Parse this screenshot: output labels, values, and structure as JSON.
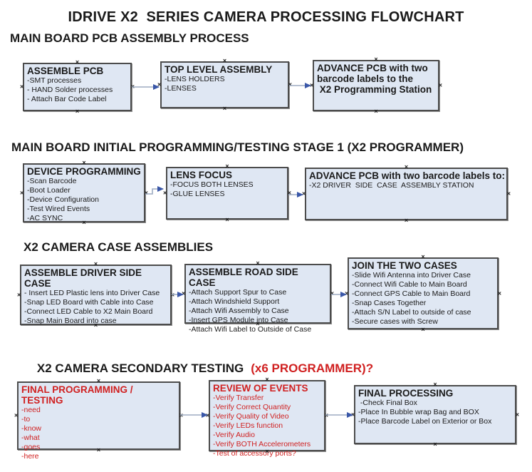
{
  "page_title": "IDRIVE X2  SERIES CAMERA PROCESSING FLOWCHART",
  "icons": {
    "connection_point": "×",
    "arrow_head": "►"
  },
  "colors": {
    "box_fill": "#dfe7f3",
    "box_border": "#4c4c4c",
    "red_text": "#d02020",
    "arrow_line": "#9dacc2",
    "arrow_head": "#3a57a8",
    "background": "#ffffff"
  },
  "sections": [
    {
      "heading": "MAIN BOARD PCB ASSEMBLY PROCESS",
      "boxes": [
        {
          "title": "ASSEMBLE PCB",
          "items": [
            "-SMT processes",
            "- HAND Solder processes",
            "- Attach Bar Code Label"
          ]
        },
        {
          "title": "TOP LEVEL ASSEMBLY",
          "items": [
            "-LENS HOLDERS",
            "-LENSES"
          ]
        },
        {
          "title": "ADVANCE PCB with two\nbarcode labels to the\n X2 Programming Station",
          "items": []
        }
      ]
    },
    {
      "heading": "MAIN BOARD INITIAL PROGRAMMING/TESTING STAGE 1 (X2 PROGRAMMER)",
      "boxes": [
        {
          "title": "DEVICE PROGRAMMING",
          "items": [
            "-Scan Barcode",
            "-Boot Loader",
            "-Device Configuration",
            "-Test Wired Events",
            "-AC SYNC"
          ]
        },
        {
          "title": "LENS FOCUS",
          "items": [
            "-FOCUS BOTH LENSES",
            "-GLUE LENSES"
          ]
        },
        {
          "title": "ADVANCE PCB with two barcode labels to:",
          "items": [
            "-X2 DRIVER  SIDE  CASE  ASSEMBLY STATION"
          ]
        }
      ]
    },
    {
      "heading": "X2 CAMERA CASE ASSEMBLIES",
      "boxes": [
        {
          "title": "ASSEMBLE DRIVER SIDE CASE",
          "items": [
            "- Insert LED Plastic lens into Driver Case",
            "-Snap LED Board with Cable into Case",
            "-Connect LED Cable to X2 Main Board",
            "-Snap Main Board into case"
          ]
        },
        {
          "title": "ASSEMBLE ROAD SIDE CASE",
          "items": [
            "-Attach Support Spur to Case",
            "-Attach Windshield Support",
            "-Attach Wifi Assembly to Case",
            "-Insert GPS Module into Case",
            "-Attach Wifi Label to Outside of Case"
          ]
        },
        {
          "title": "JOIN THE TWO CASES",
          "items": [
            "-Slide Wifi Antenna into Driver Case",
            "-Connect Wifi Cable to Main Board",
            "-Connect GPS Cable to Main Board",
            "-Snap Cases Together",
            "-Attach S/N Label to outside of case",
            "-Secure cases with Screw"
          ]
        }
      ]
    },
    {
      "heading": "X2 CAMERA SECONDARY TESTING",
      "heading_suffix": "(x6 PROGRAMMER)?",
      "boxes": [
        {
          "title": "FINAL PROGRAMMING / TESTING",
          "items": [
            "-need",
            "-to",
            "-know",
            "-what",
            "-goes",
            "-here"
          ]
        },
        {
          "title": "REVIEW OF EVENTS",
          "items": [
            "-Verify Transfer",
            "-Verify Correct Quantity",
            "-Verify Quality of Video",
            "-Verify LEDs function",
            "-Verify Audio",
            "-Verify BOTH Accelerometers",
            "-Test of accessory ports?"
          ]
        },
        {
          "title": "FINAL PROCESSING",
          "items": [
            " -Check Final Box",
            "-Place In Bubble wrap Bag and BOX",
            "-Place Barcode Label on Exterior or Box"
          ]
        }
      ]
    }
  ]
}
